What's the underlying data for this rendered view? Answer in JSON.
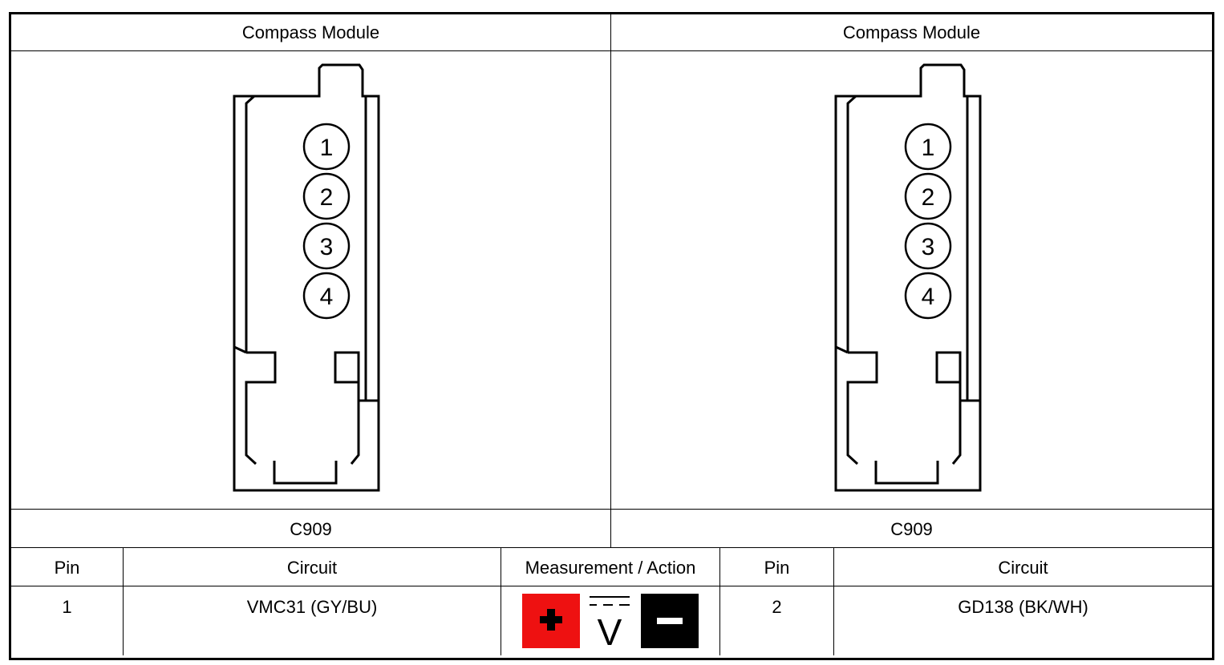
{
  "left": {
    "header": "Compass Module",
    "connector": "C909",
    "pins": [
      "1",
      "2",
      "3",
      "4"
    ]
  },
  "right": {
    "header": "Compass Module",
    "connector": "C909",
    "pins": [
      "1",
      "2",
      "3",
      "4"
    ]
  },
  "table": {
    "headers": [
      "Pin",
      "Circuit",
      "Measurement / Action",
      "Pin",
      "Circuit"
    ],
    "row": {
      "pin_a": "1",
      "circuit_a": "VMC31 (GY/BU)",
      "pin_b": "2",
      "circuit_b": "GD138 (BK/WH)"
    }
  },
  "measurement": {
    "positive_icon": "plus-lead-icon",
    "meter_icon": "dc-voltage-icon",
    "negative_icon": "minus-lead-icon",
    "meter_symbol": "V",
    "colors": {
      "positive": "#ee1111",
      "negative": "#000000"
    }
  }
}
